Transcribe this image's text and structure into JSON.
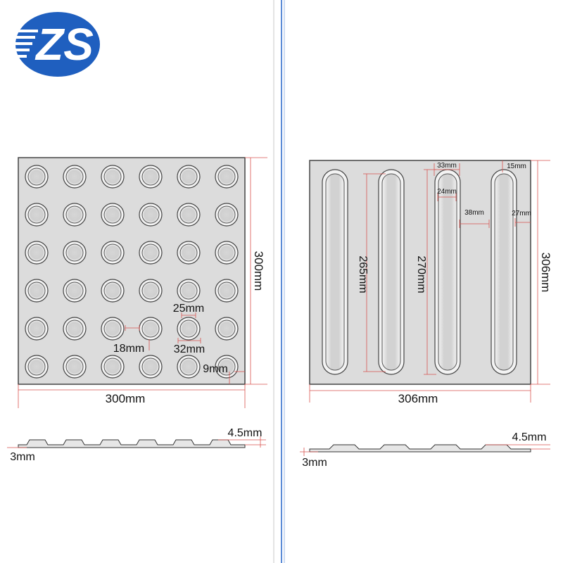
{
  "brand": {
    "logo_text": "ZS",
    "logo_color": "#1f5fbf"
  },
  "colors": {
    "divider": "#5b8bd6",
    "tile_fill": "#dcdcdc",
    "tile_edge": "#444444",
    "dim_line": "#d9534f"
  },
  "dot_tile": {
    "width_label": "300mm",
    "height_label": "300mm",
    "dot_inner_label": "25mm",
    "dot_outer_label": "32mm",
    "spacing_label": "18mm",
    "edge_label": "9mm",
    "profile_height_label": "4.5mm",
    "profile_base_label": "3mm",
    "grid": {
      "rows": 6,
      "cols": 6
    }
  },
  "bar_tile": {
    "width_label": "306mm",
    "height_label": "306mm",
    "bar_inner_length_label": "265mm",
    "bar_outer_length_label": "270mm",
    "bar_outer_width_label": "33mm",
    "bar_inner_width_label": "24mm",
    "bar_gap_label": "38mm",
    "edge_side_label": "27mm",
    "edge_top_label": "15mm",
    "profile_height_label": "4.5mm",
    "profile_base_label": "3mm",
    "bar_count": 4
  }
}
